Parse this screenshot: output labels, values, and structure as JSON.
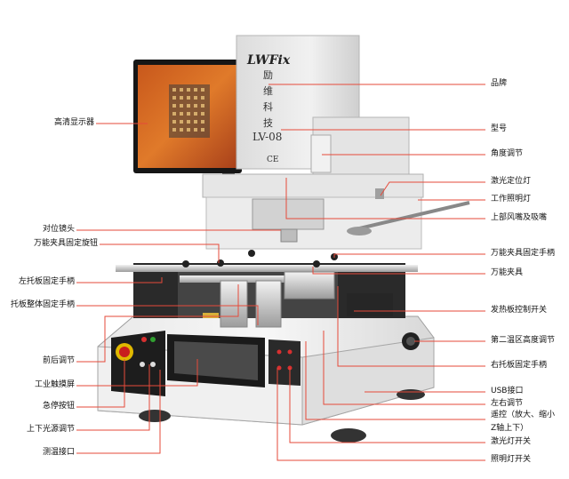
{
  "brand": {
    "logo": "LWFix",
    "chars": [
      "励",
      "维",
      "科",
      "技"
    ],
    "model": "LV-08",
    "ce": "CE"
  },
  "labels_left": [
    {
      "text": "高清显示器"
    },
    {
      "text": "对位镜头"
    },
    {
      "text": "万能夹具固定旋钮"
    },
    {
      "text": "左托板固定手柄"
    },
    {
      "text": "托板整体固定手柄"
    },
    {
      "text": "前后调节"
    },
    {
      "text": "工业触摸屏"
    },
    {
      "text": "急停按钮"
    },
    {
      "text": "上下光源调节"
    },
    {
      "text": "测温接口"
    }
  ],
  "labels_right": [
    {
      "text": "品牌"
    },
    {
      "text": "型号"
    },
    {
      "text": "角度调节"
    },
    {
      "text": "激光定位灯"
    },
    {
      "text": "工作照明灯"
    },
    {
      "text": "上部风嘴及吸嘴"
    },
    {
      "text": "万能夹具固定手柄"
    },
    {
      "text": "万能夹具"
    },
    {
      "text": "发热板控制开关"
    },
    {
      "text": "第二温区高度调节"
    },
    {
      "text": "右托板固定手柄"
    },
    {
      "text": "USB接口"
    },
    {
      "text": "左右调节"
    },
    {
      "text": "遥控（放大、缩小"
    },
    {
      "text": "Z轴上下）"
    },
    {
      "text": "激光灯开关"
    },
    {
      "text": "照明灯开关"
    }
  ]
}
